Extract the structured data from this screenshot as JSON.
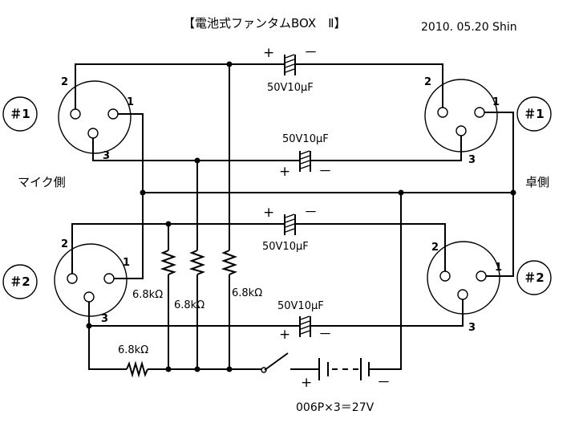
{
  "title": "【電池式ファンタムBOX　Ⅱ】",
  "date_author": "2010. 05.20  Shin",
  "side_labels": {
    "mic": "マイク側",
    "desk": "卓側"
  },
  "connectors": [
    {
      "label": "＃1",
      "pin1": "1",
      "pin2": "2",
      "pin3": "3"
    },
    {
      "label": "＃1",
      "pin1": "1",
      "pin2": "2",
      "pin3": "3"
    },
    {
      "label": "＃2",
      "pin1": "1",
      "pin2": "2",
      "pin3": "3"
    },
    {
      "label": "＃2",
      "pin1": "1",
      "pin2": "2",
      "pin3": "3"
    }
  ],
  "capacitors": [
    {
      "value": "50V10μF",
      "plus": "+",
      "minus": "－"
    },
    {
      "value": "50V10μF",
      "plus": "+",
      "minus": "－"
    },
    {
      "value": "50V10μF",
      "plus": "+",
      "minus": "－"
    },
    {
      "value": "50V10μF",
      "plus": "+",
      "minus": "－"
    }
  ],
  "resistors": [
    "6.8kΩ",
    "6.8kΩ",
    "6.8kΩ",
    "6.8kΩ"
  ],
  "battery": {
    "label": "006P×3＝27V",
    "plus": "+",
    "minus": "－"
  }
}
